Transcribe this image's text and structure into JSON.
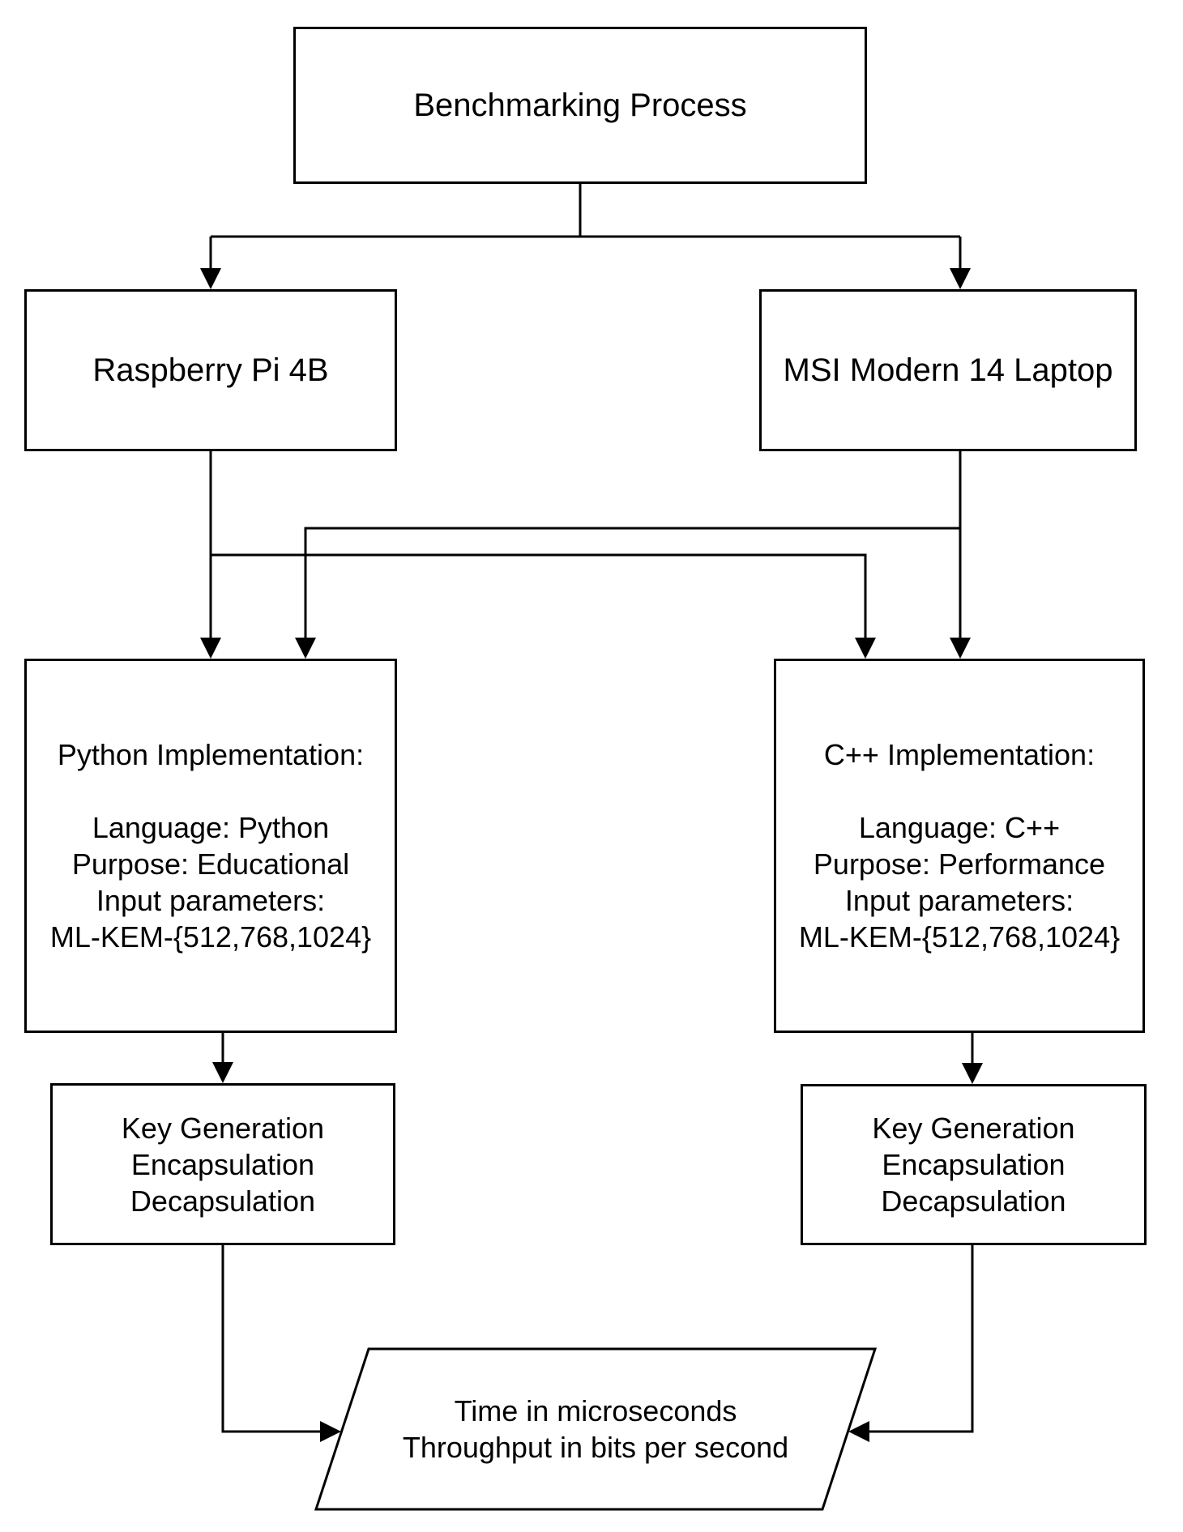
{
  "colors": {
    "stroke": "#000000",
    "fill": "#ffffff",
    "text": "#000000",
    "background": "#ffffff"
  },
  "flowchart": {
    "process_box": {
      "label": "Benchmarking Process"
    },
    "device_left": {
      "label": "Raspberry Pi 4B"
    },
    "device_right": {
      "label": "MSI Modern 14 Laptop"
    },
    "impl_left": {
      "lines": [
        "Python Implementation:",
        "",
        "Language: Python",
        "Purpose: Educational",
        "Input parameters:",
        "ML-KEM-{512,768,1024}"
      ]
    },
    "impl_right": {
      "lines": [
        "C++ Implementation:",
        "",
        "Language: C++",
        "Purpose: Performance",
        "Input parameters:",
        "ML-KEM-{512,768,1024}"
      ]
    },
    "ops_left": {
      "lines": [
        "Key Generation",
        "Encapsulation",
        "Decapsulation"
      ]
    },
    "ops_right": {
      "lines": [
        "Key Generation",
        "Encapsulation",
        "Decapsulation"
      ]
    },
    "output": {
      "lines": [
        "Time in microseconds",
        "Throughput in bits per second"
      ]
    }
  }
}
